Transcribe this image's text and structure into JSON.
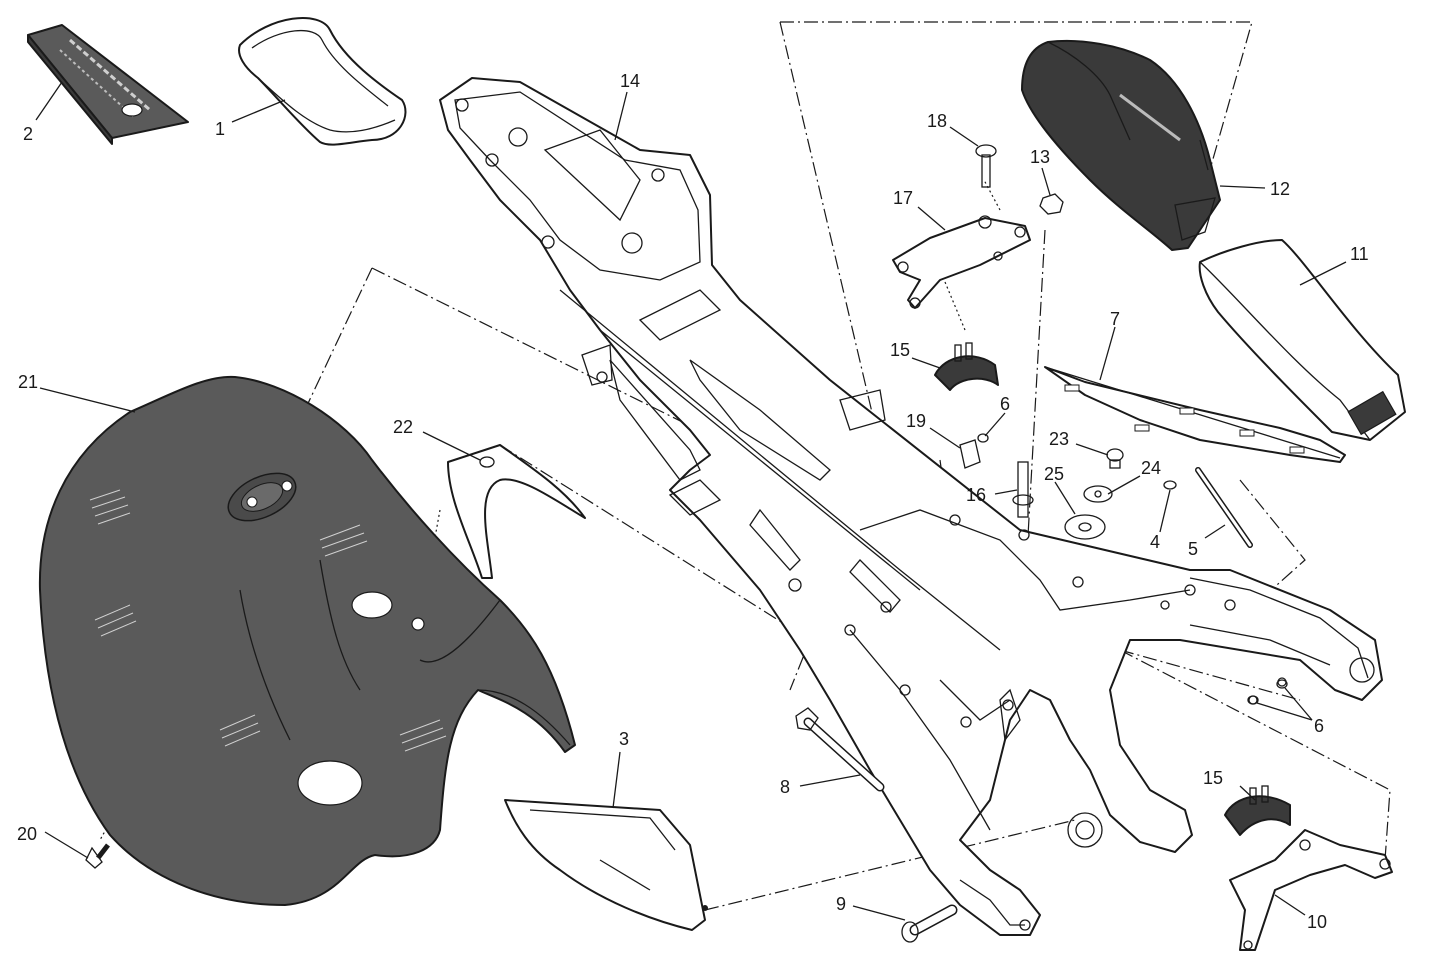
{
  "diagram": {
    "callouts": [
      {
        "id": "c1",
        "label": "1"
      },
      {
        "id": "c2",
        "label": "2"
      },
      {
        "id": "c3",
        "label": "3"
      },
      {
        "id": "c4",
        "label": "4"
      },
      {
        "id": "c5",
        "label": "5"
      },
      {
        "id": "c6a",
        "label": "6"
      },
      {
        "id": "c6b",
        "label": "6"
      },
      {
        "id": "c7",
        "label": "7"
      },
      {
        "id": "c8",
        "label": "8"
      },
      {
        "id": "c9",
        "label": "9"
      },
      {
        "id": "c10",
        "label": "10"
      },
      {
        "id": "c11",
        "label": "11"
      },
      {
        "id": "c12",
        "label": "12"
      },
      {
        "id": "c13",
        "label": "13"
      },
      {
        "id": "c14",
        "label": "14"
      },
      {
        "id": "c15a",
        "label": "15"
      },
      {
        "id": "c15b",
        "label": "15"
      },
      {
        "id": "c16",
        "label": "16"
      },
      {
        "id": "c17",
        "label": "17"
      },
      {
        "id": "c18",
        "label": "18"
      },
      {
        "id": "c19",
        "label": "19"
      },
      {
        "id": "c20",
        "label": "20"
      },
      {
        "id": "c21",
        "label": "21"
      },
      {
        "id": "c22",
        "label": "22"
      },
      {
        "id": "c23",
        "label": "23"
      },
      {
        "id": "c24",
        "label": "24"
      },
      {
        "id": "c25",
        "label": "25"
      }
    ],
    "colors": {
      "line": "#1a1a1a",
      "dark_part": "#5a5a5a",
      "black_part": "#3a3a3a",
      "light_part": "#ffffff",
      "shade": "#d8d8d8"
    }
  }
}
